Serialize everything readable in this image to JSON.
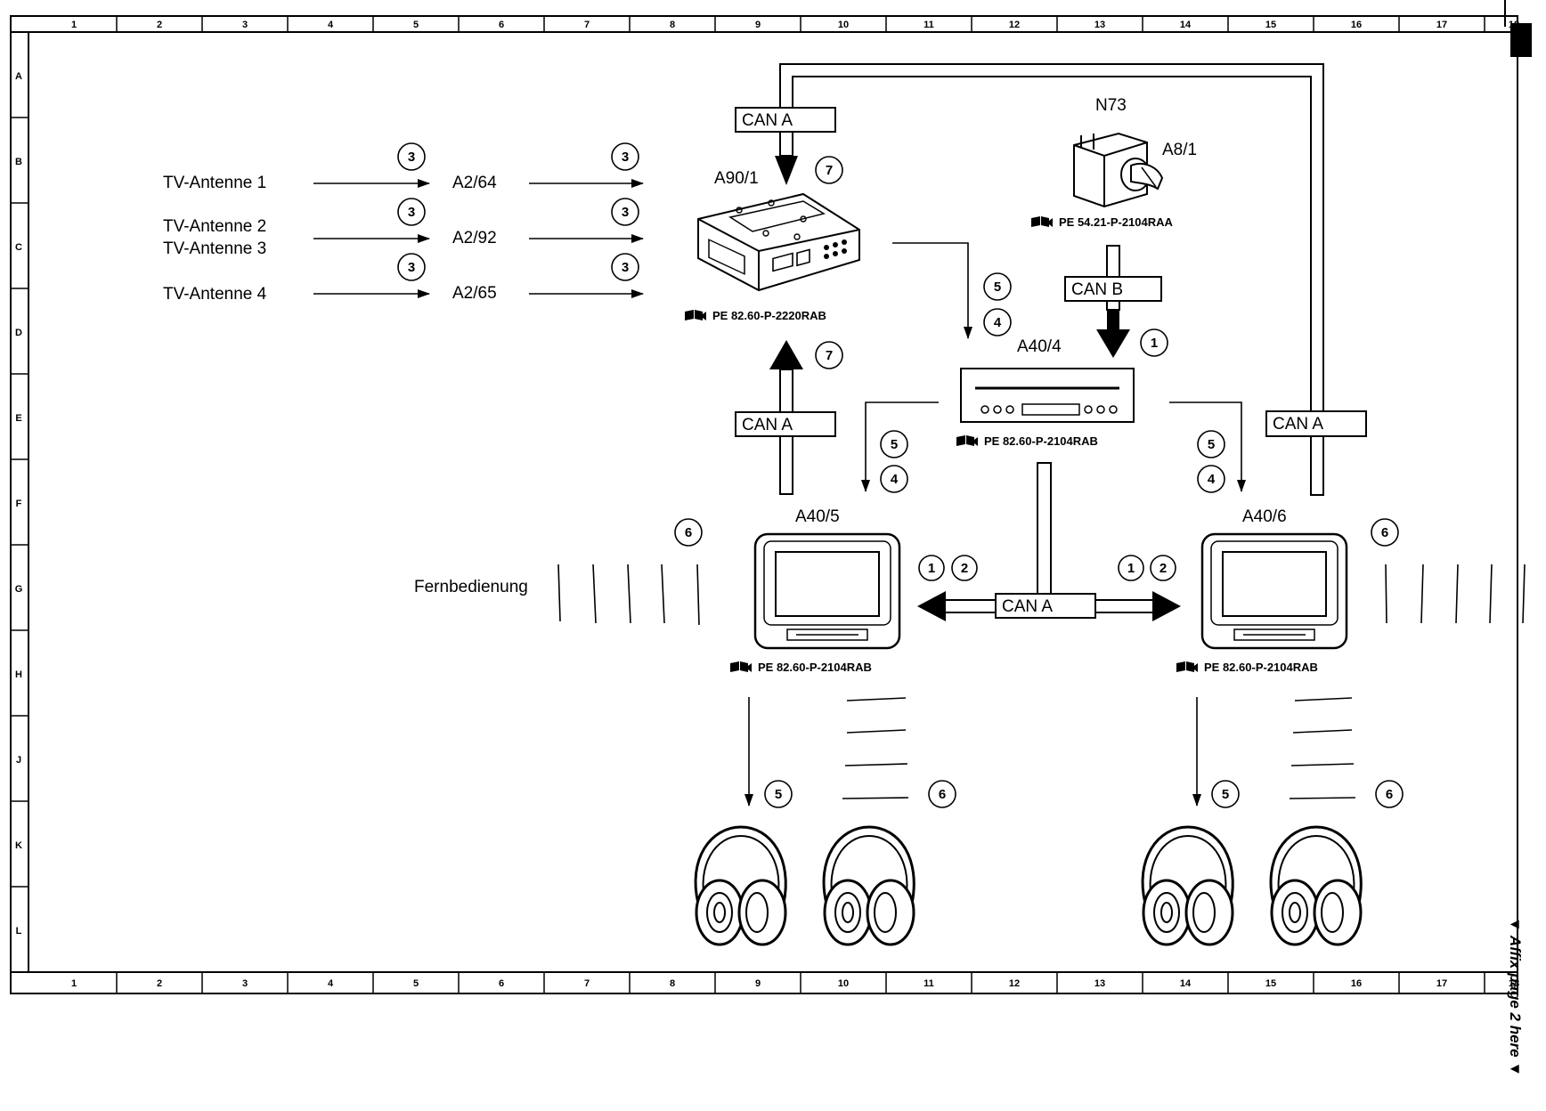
{
  "grid": {
    "columns": [
      "1",
      "2",
      "3",
      "4",
      "5",
      "6",
      "7",
      "8",
      "9",
      "10",
      "11",
      "12",
      "13",
      "14",
      "15",
      "16",
      "17",
      "18"
    ],
    "rows": [
      "A",
      "B",
      "C",
      "D",
      "E",
      "F",
      "G",
      "H",
      "J",
      "K",
      "L"
    ]
  },
  "antennas": {
    "ant1": "TV-Antenne 1",
    "ant2": "TV-Antenne 2",
    "ant3": "TV-Antenne 3",
    "ant4": "TV-Antenne 4"
  },
  "amplifiers": {
    "a264": "A2/64",
    "a292": "A2/92",
    "a265": "A2/65"
  },
  "components": {
    "a90": "A90/1",
    "n73": "N73",
    "a81": "A8/1",
    "a404": "A40/4",
    "a405": "A40/5",
    "a406": "A40/6"
  },
  "references": {
    "a90": "PE 82.60-P-2220RAB",
    "n73": "PE 54.21-P-2104RAA",
    "a404": "PE 82.60-P-2104RAB",
    "a405": "PE 82.60-P-2104RAB",
    "a406": "PE 82.60-P-2104RAB"
  },
  "buses": {
    "can_a": "CAN A",
    "can_b": "CAN B"
  },
  "remote": "Fernbedienung",
  "markers": {
    "m1": "1",
    "m2": "2",
    "m3": "3",
    "m4": "4",
    "m5": "5",
    "m6": "6",
    "m7": "7"
  },
  "side_note": "▼ Affix page 2 here ▼"
}
